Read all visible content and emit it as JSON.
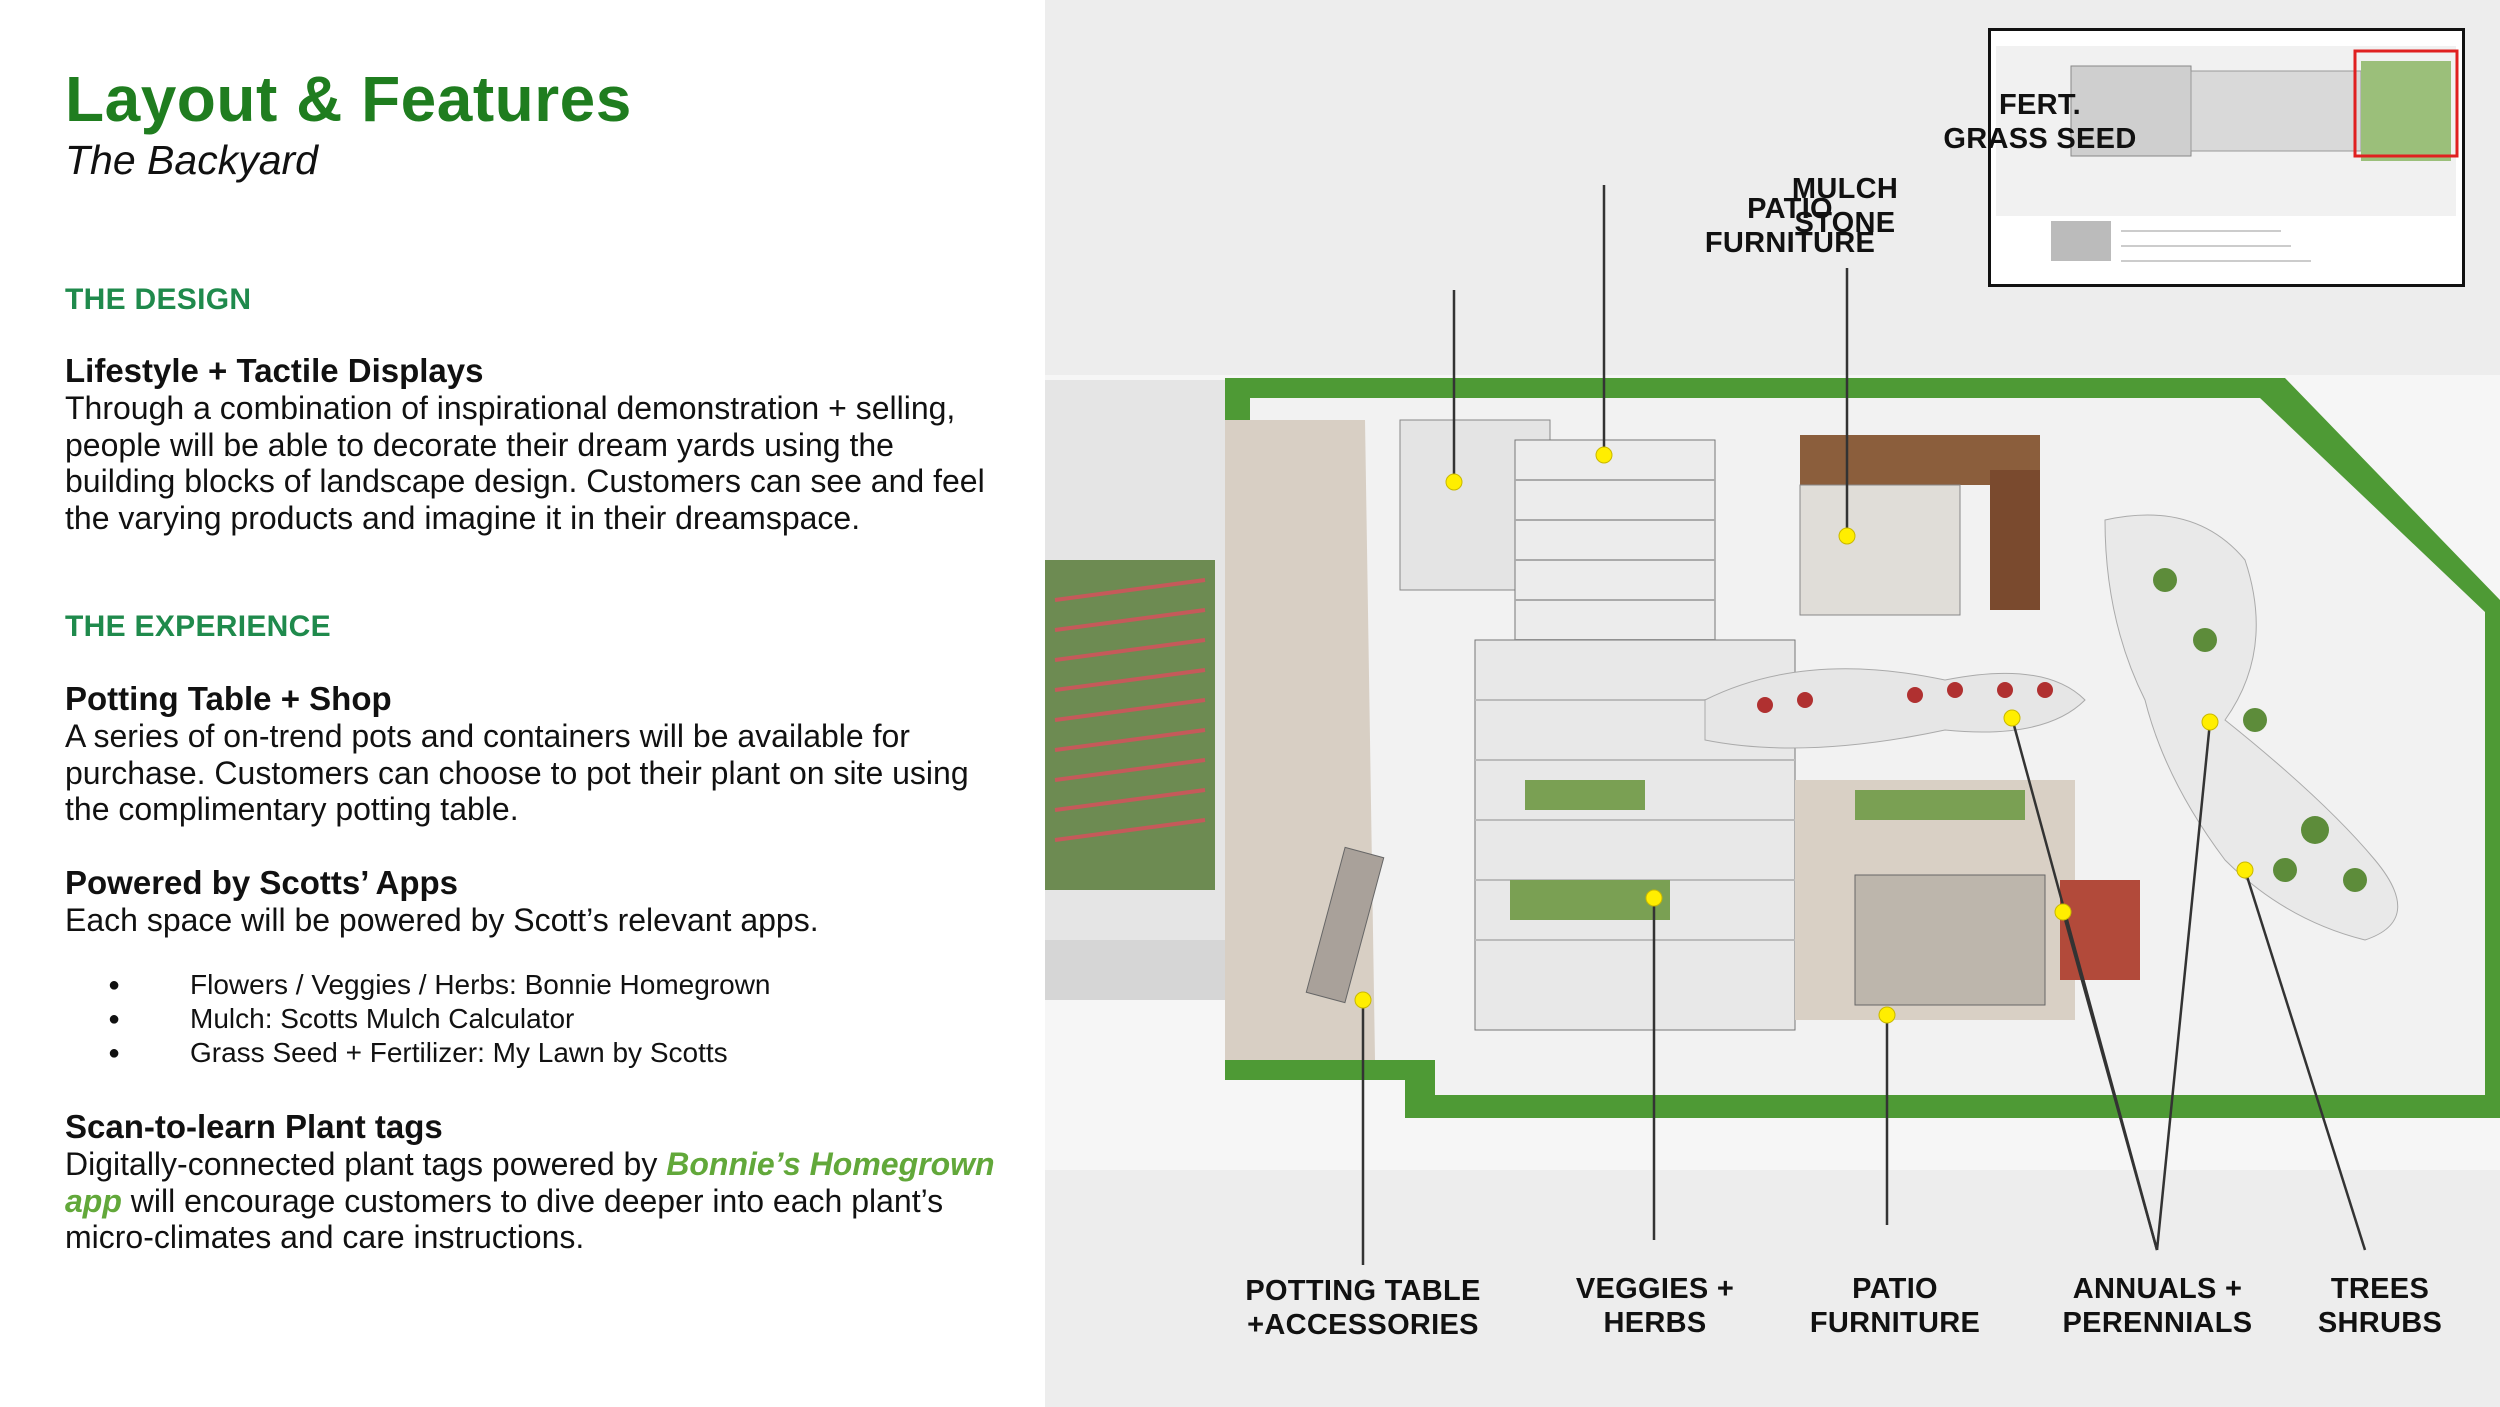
{
  "header": {
    "title": "Layout & Features",
    "subtitle": "The Backyard"
  },
  "design": {
    "heading": "THE DESIGN",
    "lifestyle_title": "Lifestyle + Tactile Displays",
    "lifestyle_body": "Through a combination of inspirational demonstration + selling, people will be able to decorate their dream yards using the building blocks of landscape design. Customers can see and feel the varying products and imagine it in their dreamspace."
  },
  "experience": {
    "heading": "THE EXPERIENCE",
    "potting_title": "Potting Table + Shop",
    "potting_body": "A series of on-trend pots and containers will be available for purchase. Customers can choose to pot their plant on site using the complimentary potting table.",
    "apps_title": "Powered by Scotts’ Apps",
    "apps_body": "Each space will be powered by Scott’s relevant apps.",
    "apps_list": [
      {
        "bullet": "●",
        "text": "Flowers / Veggies / Herbs:  Bonnie Homegrown"
      },
      {
        "bullet": "●",
        "text": "Mulch: Scotts Mulch Calculator"
      },
      {
        "bullet": "●",
        "text": "Grass Seed + Fertilizer:  My Lawn by Scotts"
      }
    ],
    "scan_title": "Scan-to-learn Plant tags",
    "scan_body_pre": "Digitally-connected plant tags powered by ",
    "scan_app": "Bonnie’s Homegrown app",
    "scan_body_post": " will encourage customers to dive deeper into each plant’s micro-climates and care instructions."
  },
  "diagram_labels": {
    "fert_1": "FERT.",
    "fert_2": "GRASS SEED",
    "patio_top_1": "PATIO",
    "patio_top_2": "FURNITURE",
    "mulch_1": "MULCH",
    "mulch_2": "STONE",
    "potting_1": "POTTING TABLE",
    "potting_2": "+ACCESSORIES",
    "veggies_1": "VEGGIES +",
    "veggies_2": "HERBS",
    "patio_bottom_1": "PATIO",
    "patio_bottom_2": "FURNITURE",
    "annuals_1": "ANNUALS +",
    "annuals_2": "PERENNIALS",
    "trees_1": "TREES",
    "trees_2": "SHRUBS"
  },
  "colors": {
    "title_green": "#1f7d1f",
    "section_green": "#1f8a4c",
    "link_green": "#62a83a",
    "marker_yellow": "#ffee00",
    "lawn_green": "#4e9a35",
    "minimap_highlight": "#e02020"
  }
}
